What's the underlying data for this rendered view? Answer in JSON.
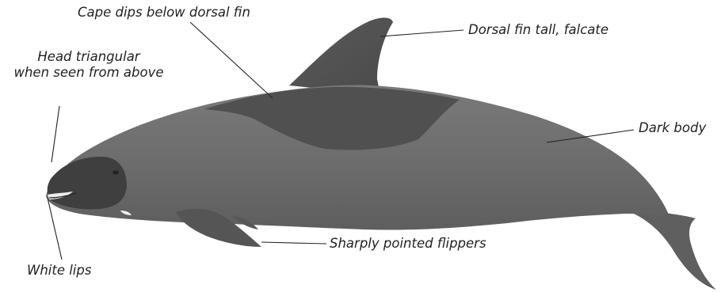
{
  "labels": {
    "cape": "Cape dips below dorsal fin",
    "dorsal": "Dorsal fin tall, falcate",
    "head_line1": "Head triangular",
    "head_line2": "when seen from above",
    "body": "Dark body",
    "flippers": "Sharply pointed flippers",
    "lips": "White lips"
  },
  "colors": {
    "body": "#6f6f6f",
    "cape": "#4f4f4f",
    "dark_fin": "#555555",
    "line": "#222222",
    "text": "#222222",
    "lips": "#e9e9e9"
  }
}
